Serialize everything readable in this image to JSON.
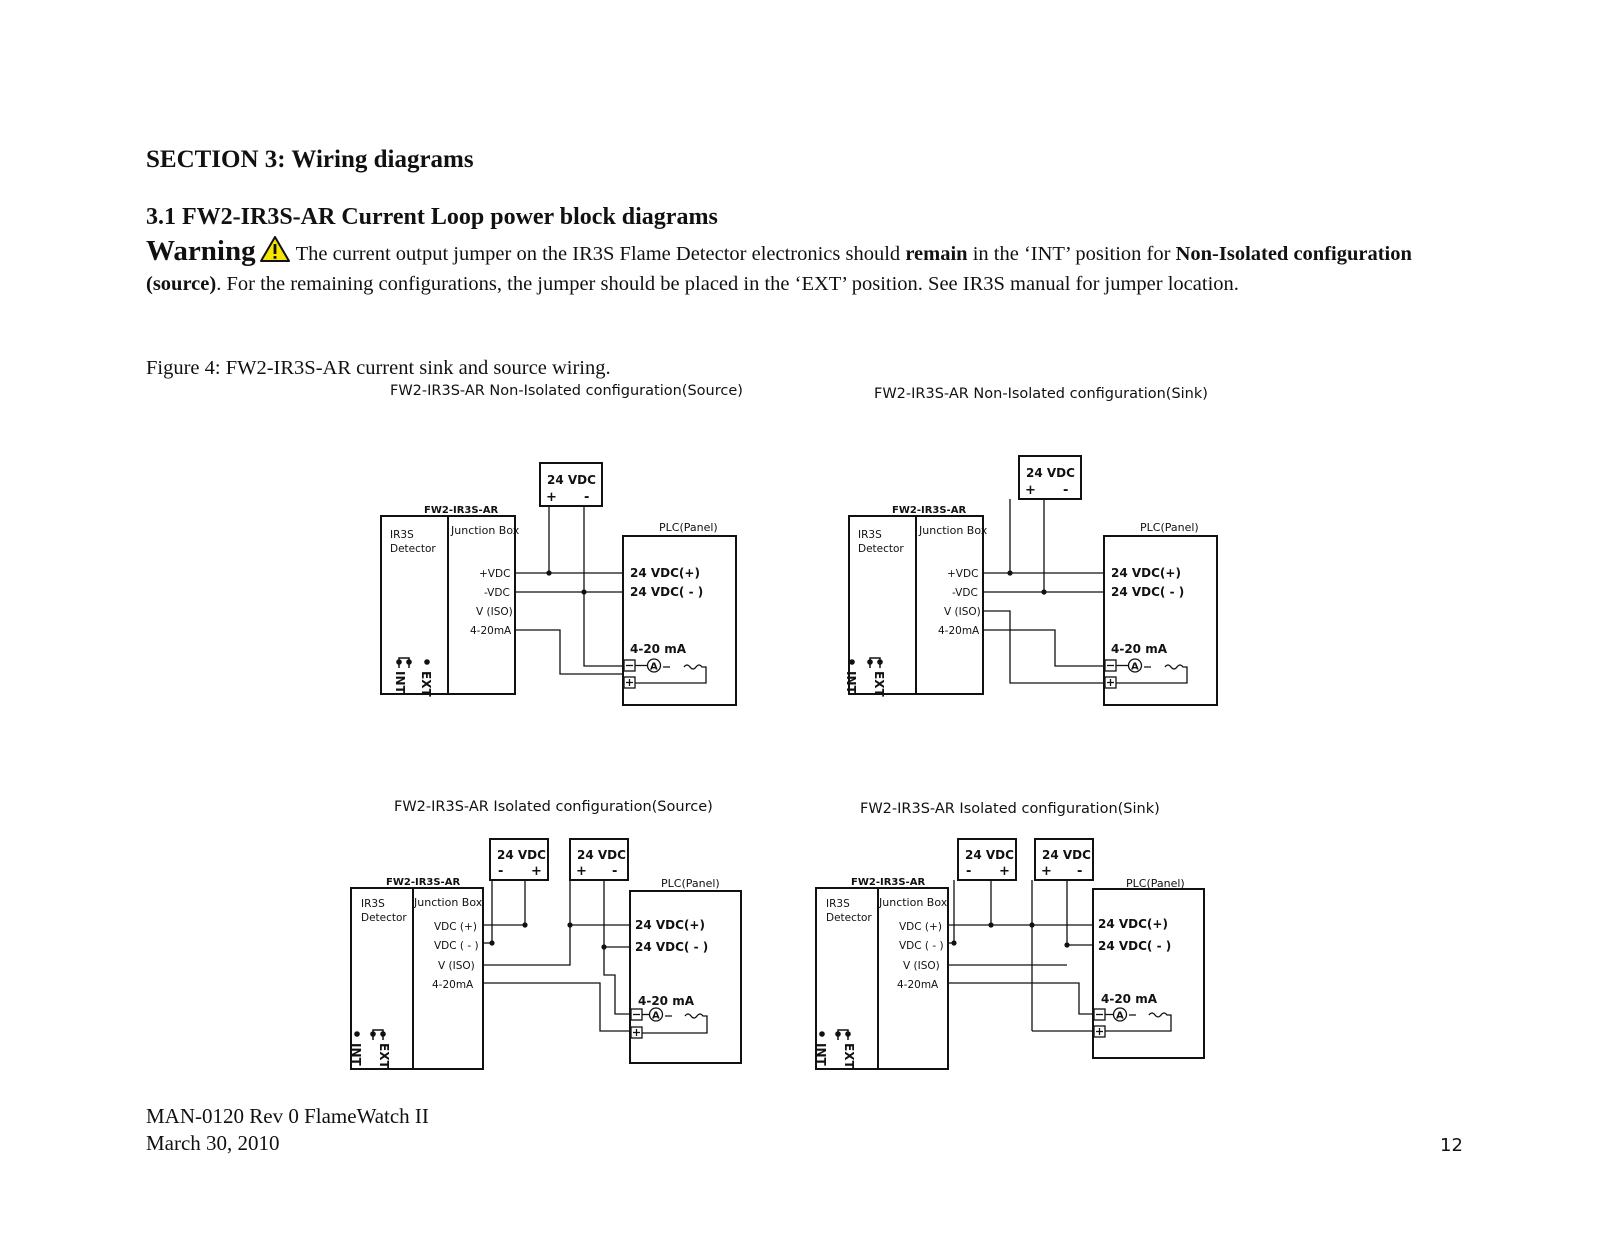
{
  "section_title": "SECTION 3: Wiring diagrams",
  "subsection_title": "3.1 FW2-IR3S-AR Current Loop power block diagrams",
  "warning": {
    "label": "Warning",
    "text_1": "The current output jumper on the IR3S Flame Detector electronics should ",
    "bold_1": "remain",
    "text_2": " in the ‘INT’ position for ",
    "bold_2": "Non-Isolated configuration (source)",
    "text_3": ". For the remaining configurations, the jumper should be placed in the ‘EXT’ position.  See IR3S manual for jumper location."
  },
  "figure_caption": "Figure 4: FW2-IR3S-AR current sink and source wiring.",
  "diagrams": {
    "non_iso_source": {
      "title": "FW2-IR3S-AR Non-Isolated configuration(Source)"
    },
    "non_iso_sink": {
      "title": "FW2-IR3S-AR Non-Isolated configuration(Sink)"
    },
    "iso_source": {
      "title": "FW2-IR3S-AR  Isolated configuration(Source)"
    },
    "iso_sink": {
      "title": "FW2-IR3S-AR  Isolated configuration(Sink)"
    }
  },
  "labels": {
    "unit": "FW2-IR3S-AR",
    "detector": "IR3S",
    "detector_2": "Detector",
    "junction_box": "Junction Box",
    "plc": "PLC(Panel)",
    "supply": "24 VDC",
    "plus": "+",
    "minus": "-",
    "pvdc": "+VDC",
    "mvdc": "-VDC",
    "viso": "V (ISO)",
    "ma": "4-20mA",
    "vdc_plus": "VDC (+)",
    "vdc_minus": "VDC ( - )",
    "plc_plus": "24 VDC(+)",
    "plc_minus": "24 VDC( - )",
    "loop": "4-20 mA",
    "ammeter": "A",
    "int": "INT",
    "ext": "EXT"
  },
  "footer": {
    "doc_id": "MAN-0120 Rev 0 FlameWatch II",
    "date": "March 30, 2010",
    "page_number": "12"
  }
}
